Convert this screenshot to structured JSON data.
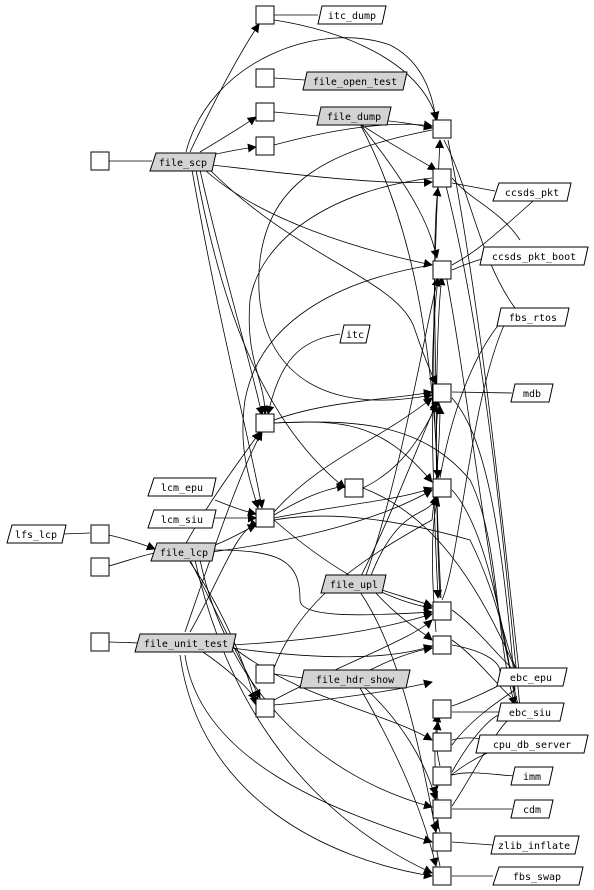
{
  "diagram": {
    "labels": {
      "itc_dump": "itc_dump",
      "file_open_test": "file_open_test",
      "file_dump": "file_dump",
      "file_scp": "file_scp",
      "ccsds_pkt": "ccsds_pkt",
      "ccsds_pkt_boot": "ccsds_pkt_boot",
      "fbs_rtos": "fbs_rtos",
      "itc": "itc",
      "mdb": "mdb",
      "lcm_epu": "lcm_epu",
      "lcm_siu": "lcm_siu",
      "lfs_lcp": "lfs_lcp",
      "file_lcp": "file_lcp",
      "file_upl": "file_upl",
      "file_unit_test": "file_unit_test",
      "file_hdr_show": "file_hdr_show",
      "ebc_epu": "ebc_epu",
      "ebc_siu": "ebc_siu",
      "cpu_db_server": "cpu_db_server",
      "imm": "imm",
      "cdm": "cdm",
      "zlib_inflate": "zlib_inflate",
      "fbs_swap": "fbs_swap"
    },
    "highlighted": [
      "file_open_test",
      "file_dump",
      "file_scp",
      "file_lcp",
      "file_upl",
      "file_unit_test",
      "file_hdr_show"
    ]
  }
}
